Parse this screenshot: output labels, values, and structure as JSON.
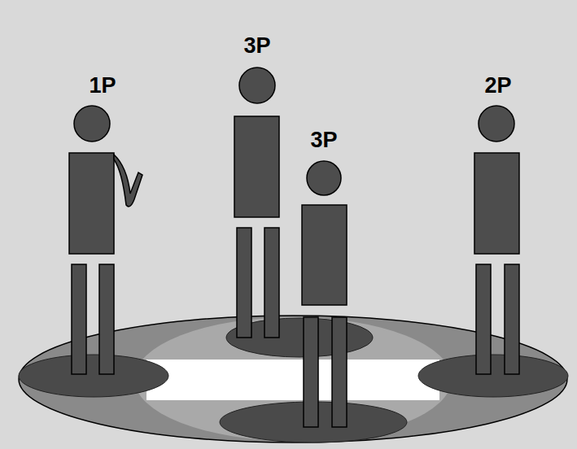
{
  "diagram": {
    "labels": [
      "1P",
      "3P",
      "3P",
      "2P"
    ]
  }
}
